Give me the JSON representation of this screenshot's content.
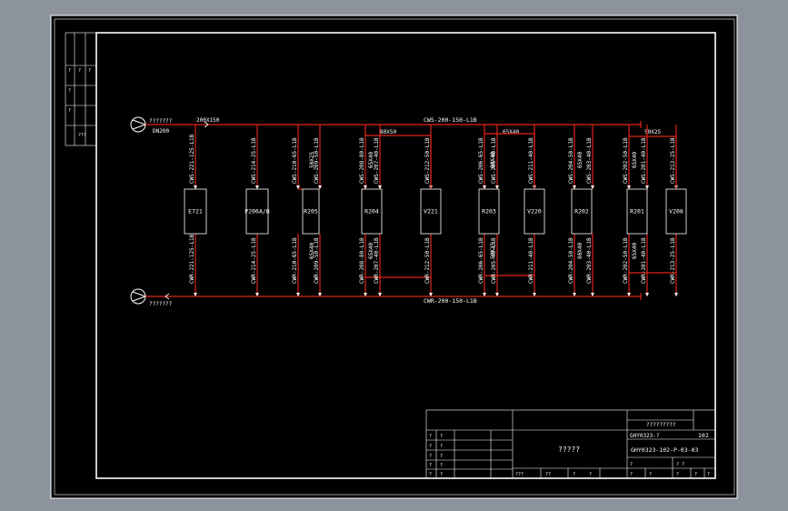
{
  "supply_header": {
    "inlet_label": "??????? ",
    "inlet_size": "DN200",
    "size_label": "200X150",
    "line_label": "CWS-200-150-L1B"
  },
  "return_header": {
    "outlet_label": "???????",
    "line_label": "CWR-200-150-L1B"
  },
  "reducers": [
    "80X50",
    "65X40",
    "50X25",
    "65X40",
    "80X40",
    "65X40",
    "65X40",
    "65X40",
    "65X40",
    "50X25",
    "80X40",
    "65X40"
  ],
  "equipment": [
    {
      "tag": "E721",
      "supply": "CWS-221-125-L1B",
      "return": "CWR-221-125-L1B"
    },
    {
      "tag": "P206A/B",
      "supply": "CWS-214-25-L1B",
      "return": "CWR-214-25-L1B"
    },
    {
      "tag": "R205",
      "supply": "CWS-210-65-L1B",
      "supply2": "CWS-209-50-L1B",
      "return": "CWR-210-65-L1B",
      "return2": "CWR-209-50-L1B"
    },
    {
      "tag": "R204",
      "supply": "CWS-208-80-L1B",
      "supply2": "CWS-207-40-L1B",
      "return": "CWR-208-80-L1B",
      "return2": "CWR-207-40-L1B"
    },
    {
      "tag": "V221",
      "supply": "CWS-212-50-L1B",
      "return": "CWR-212-50-L1B"
    },
    {
      "tag": "R203",
      "supply": "CWS-206-65-L1B",
      "supply2": "CWS-205-40-L1B",
      "return": "CWR-206-65-L1B",
      "return2": "CWR-205-40-L1B"
    },
    {
      "tag": "V220",
      "supply": "CWS-211-40-L1B",
      "return": "CWR-211-40-L1B"
    },
    {
      "tag": "R202",
      "supply": "CWS-204-50-L1B",
      "supply2": "CWS-203-40-L1B",
      "return": "CWR-204-50-L1B",
      "return2": "CWR-203-40-L1B"
    },
    {
      "tag": "R201",
      "supply": "CWS-202-50-L1B",
      "supply2": "CWS-201-40-L1B",
      "return": "CWR-202-50-L1B",
      "return2": "CWR-201-40-L1B"
    },
    {
      "tag": "V208",
      "supply": "CWS-213-25-L1B",
      "return": "CWR-213-25-L1B"
    }
  ],
  "left_strip": [
    "?",
    "?",
    "?",
    "?",
    "?",
    "???"
  ],
  "title_block": {
    "title": "?????",
    "company": "?????????",
    "sheet_no": "102",
    "scale_label": "?  ?",
    "drawing_no_label": "GHY0323-?",
    "drawing_no": "GHY0323-102-P-03-03",
    "left_labels": [
      "?",
      "?",
      "?",
      "?",
      "?",
      "?"
    ],
    "left_values": [
      "?",
      "?",
      "?",
      "?",
      "?"
    ],
    "bottom_labels": [
      "???",
      "?",
      "?"
    ],
    "bottom_values": [
      "??",
      "?",
      "?",
      "?"
    ],
    "rev_labels": [
      "?",
      "?",
      "?",
      "?",
      "?"
    ]
  },
  "colors": {
    "pipe": "#e0241a",
    "line": "#ffffff",
    "background": "#000000",
    "frame": "#8c939c"
  }
}
